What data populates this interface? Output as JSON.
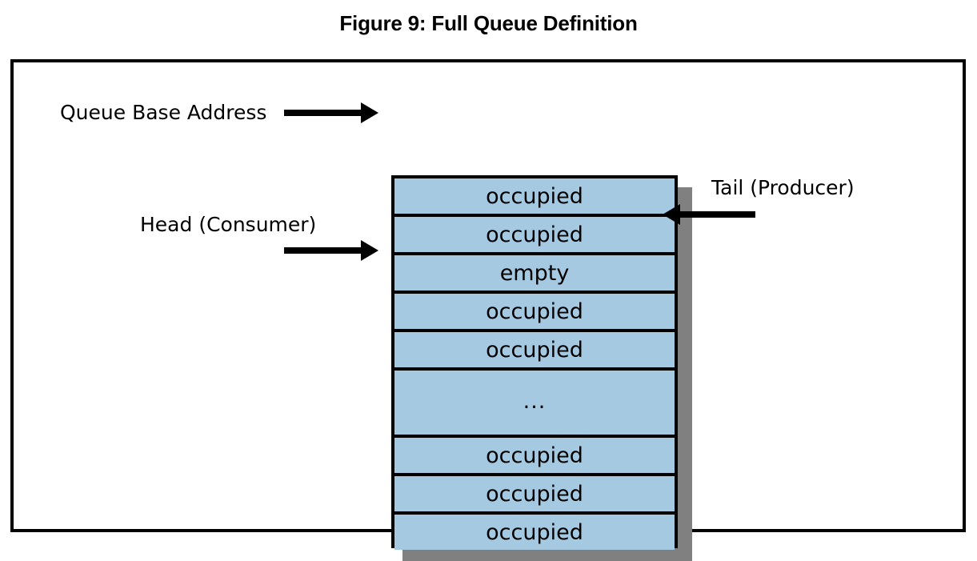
{
  "figure": {
    "title": "Figure 9: Full Queue Definition"
  },
  "colors": {
    "cell_fill": "#a6c9e2",
    "cell_border": "#000000",
    "shadow": "#808080",
    "frame_border": "#000000",
    "text": "#000000",
    "background": "#ffffff"
  },
  "queue": {
    "name": "queue-slot-table",
    "cells": [
      {
        "label": "occupied",
        "state": "occupied"
      },
      {
        "label": "occupied",
        "state": "occupied"
      },
      {
        "label": "empty",
        "state": "empty"
      },
      {
        "label": "occupied",
        "state": "occupied"
      },
      {
        "label": "occupied",
        "state": "occupied"
      },
      {
        "label": "...",
        "state": "ellipsis"
      },
      {
        "label": "occupied",
        "state": "occupied"
      },
      {
        "label": "occupied",
        "state": "occupied"
      },
      {
        "label": "occupied",
        "state": "occupied"
      }
    ]
  },
  "annotations": {
    "queue_base": {
      "label": "Queue Base Address",
      "arrow_direction": "right",
      "points_to_cell_index": 0
    },
    "head": {
      "label": "Head (Consumer)",
      "arrow_direction": "right",
      "points_to_cell_index": 3
    },
    "tail": {
      "label": "Tail (Producer)",
      "arrow_direction": "left",
      "points_to_cell_index": 2
    }
  }
}
